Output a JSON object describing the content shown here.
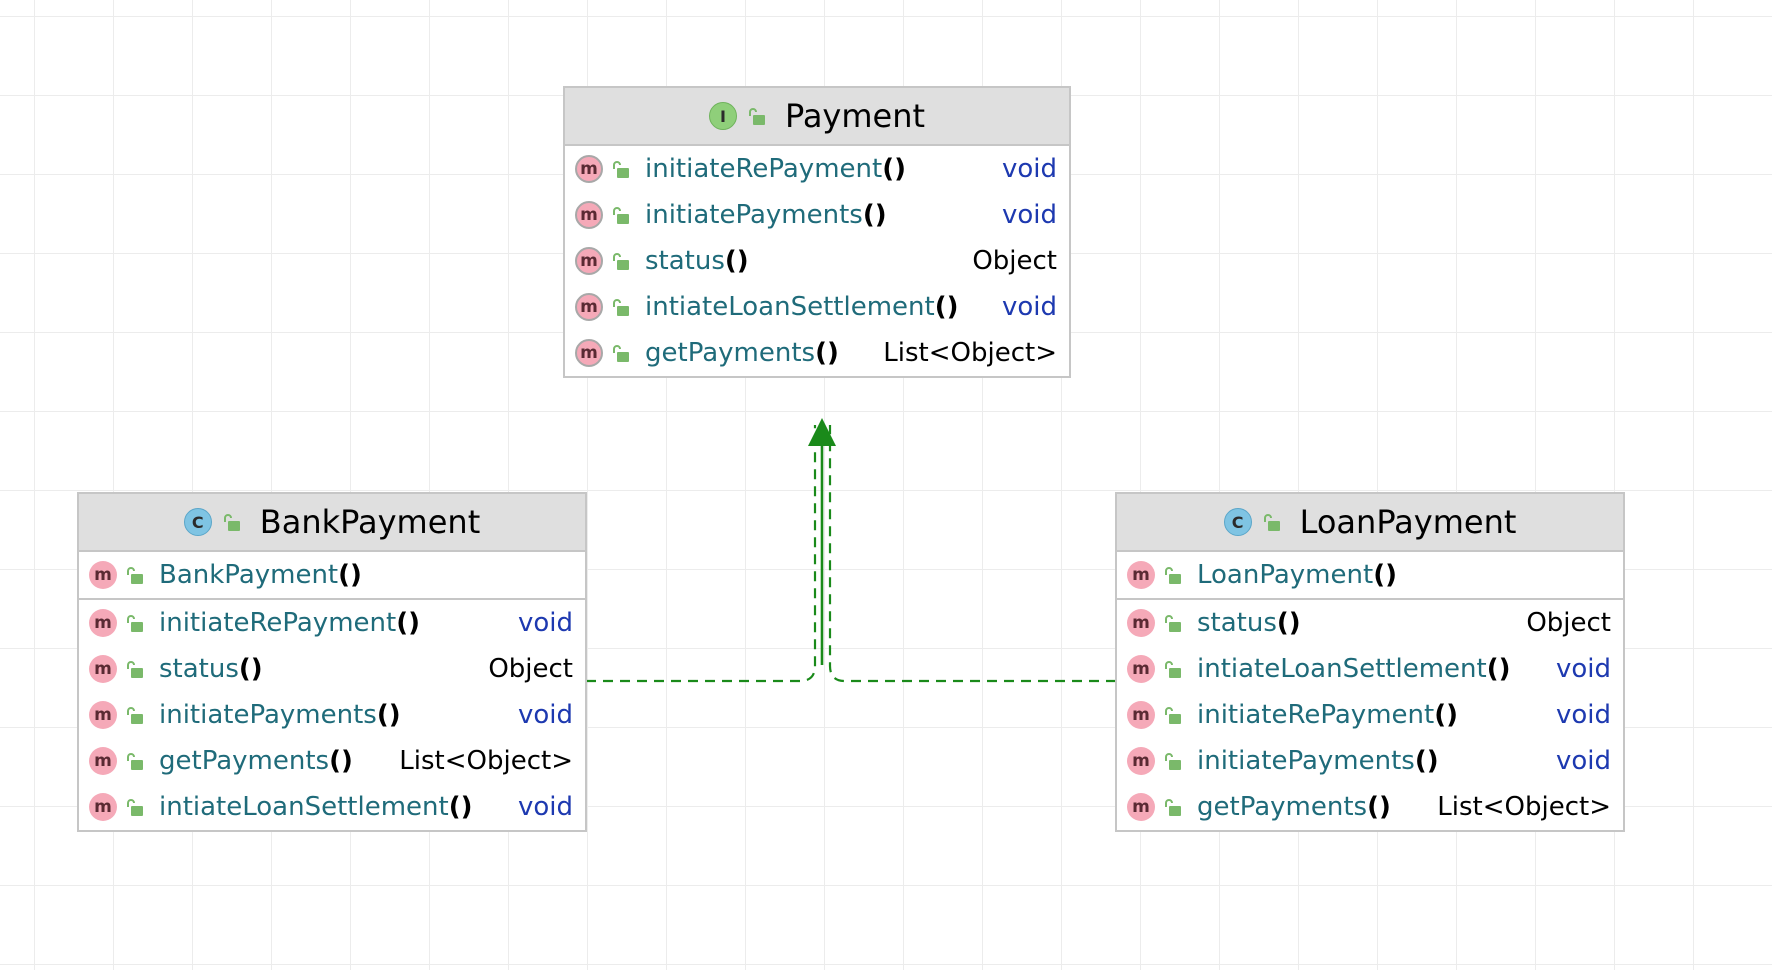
{
  "colors": {
    "realization_arrow": "#1a8a1a",
    "method_badge": "#f5a9b8",
    "interface_badge": "#8fcf7a",
    "class_badge": "#7fc4e3",
    "method_name": "#1f6b7a",
    "void_type": "#1d39b0",
    "header_bg": "#dfdfdf"
  },
  "icons": {
    "interface": "interface-icon",
    "class": "class-icon",
    "method": "method-icon",
    "visibility": "public-lock-icon"
  },
  "nodes": {
    "payment": {
      "kind": "interface",
      "badge": "I",
      "name": "Payment",
      "sections": [
        {
          "members": [
            {
              "badge": "m",
              "name": "initiateRePayment",
              "parens": "()",
              "type": "void"
            },
            {
              "badge": "m",
              "name": "initiatePayments",
              "parens": "()",
              "type": "void"
            },
            {
              "badge": "m",
              "name": "status",
              "parens": "()",
              "type": "Object"
            },
            {
              "badge": "m",
              "name": "intiateLoanSettlement",
              "parens": "()",
              "type": "void"
            },
            {
              "badge": "m",
              "name": "getPayments",
              "parens": "()",
              "type": "List<Object>"
            }
          ]
        }
      ]
    },
    "bank": {
      "kind": "class",
      "badge": "C",
      "name": "BankPayment",
      "sections": [
        {
          "members": [
            {
              "badge": "m",
              "name": "BankPayment",
              "parens": "()",
              "type": ""
            }
          ]
        },
        {
          "members": [
            {
              "badge": "m",
              "name": "initiateRePayment",
              "parens": "()",
              "type": "void"
            },
            {
              "badge": "m",
              "name": "status",
              "parens": "()",
              "type": "Object"
            },
            {
              "badge": "m",
              "name": "initiatePayments",
              "parens": "()",
              "type": "void"
            },
            {
              "badge": "m",
              "name": "getPayments",
              "parens": "()",
              "type": "List<Object>"
            },
            {
              "badge": "m",
              "name": "intiateLoanSettlement",
              "parens": "()",
              "type": "void"
            }
          ]
        }
      ]
    },
    "loan": {
      "kind": "class",
      "badge": "C",
      "name": "LoanPayment",
      "sections": [
        {
          "members": [
            {
              "badge": "m",
              "name": "LoanPayment",
              "parens": "()",
              "type": ""
            }
          ]
        },
        {
          "members": [
            {
              "badge": "m",
              "name": "status",
              "parens": "()",
              "type": "Object"
            },
            {
              "badge": "m",
              "name": "intiateLoanSettlement",
              "parens": "()",
              "type": "void"
            },
            {
              "badge": "m",
              "name": "initiateRePayment",
              "parens": "()",
              "type": "void"
            },
            {
              "badge": "m",
              "name": "initiatePayments",
              "parens": "()",
              "type": "void"
            },
            {
              "badge": "m",
              "name": "getPayments",
              "parens": "()",
              "type": "List<Object>"
            }
          ]
        }
      ]
    }
  },
  "edges": [
    {
      "from": "bank",
      "to": "payment",
      "kind": "realization"
    },
    {
      "from": "loan",
      "to": "payment",
      "kind": "realization"
    }
  ]
}
